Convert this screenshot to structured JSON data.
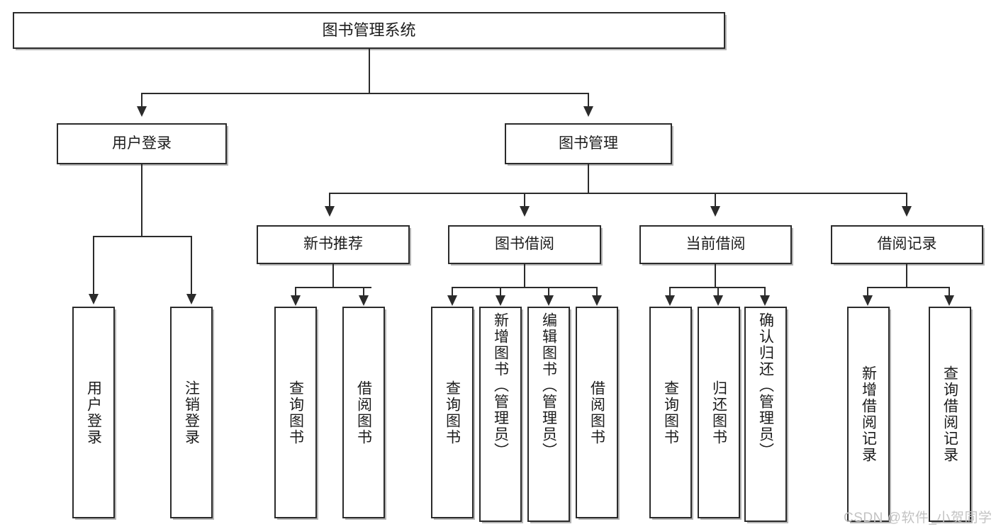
{
  "diagram": {
    "title": "图书管理系统",
    "type": "hierarchy-tree",
    "root": {
      "id": "root",
      "label": "图书管理系统",
      "orientation": "horizontal"
    },
    "level2": [
      {
        "id": "user-login",
        "label": "用户登录",
        "orientation": "horizontal"
      },
      {
        "id": "book-manage",
        "label": "图书管理",
        "orientation": "horizontal"
      }
    ],
    "level3": [
      {
        "id": "new-book-recommend",
        "label": "新书推荐",
        "orientation": "horizontal",
        "parent": "book-manage"
      },
      {
        "id": "book-borrow",
        "label": "图书借阅",
        "orientation": "horizontal",
        "parent": "book-manage"
      },
      {
        "id": "current-borrow",
        "label": "当前借阅",
        "orientation": "horizontal",
        "parent": "book-manage"
      },
      {
        "id": "borrow-record",
        "label": "借阅记录",
        "orientation": "horizontal",
        "parent": "book-manage"
      }
    ],
    "leaves": {
      "user_login": [
        {
          "id": "leaf-user-login",
          "label": "用户登录"
        },
        {
          "id": "leaf-logout-login",
          "label": "注销登录"
        }
      ],
      "new_book_recommend": [
        {
          "id": "leaf-query-book-1",
          "label": "查询图书"
        },
        {
          "id": "leaf-borrow-book-1",
          "label": "借阅图书"
        }
      ],
      "book_borrow": [
        {
          "id": "leaf-query-book-2",
          "label": "查询图书"
        },
        {
          "id": "leaf-add-book",
          "label": "新增图书（管理员）"
        },
        {
          "id": "leaf-edit-book",
          "label": "编辑图书（管理员）"
        },
        {
          "id": "leaf-borrow-book-2",
          "label": "借阅图书"
        }
      ],
      "current_borrow": [
        {
          "id": "leaf-query-book-3",
          "label": "查询图书"
        },
        {
          "id": "leaf-return-book",
          "label": "归还图书"
        },
        {
          "id": "leaf-confirm-return",
          "label": "确认归还（管理员）"
        }
      ],
      "borrow_record": [
        {
          "id": "leaf-add-record",
          "label": "新增借阅记录"
        },
        {
          "id": "leaf-query-record",
          "label": "查询借阅记录"
        }
      ]
    }
  },
  "watermark": {
    "text": "CSDN @软件_小贺同学",
    "color": "#c3c3c3"
  },
  "style": {
    "border_color": "#2b2b2b",
    "box_fill": "#ffffff",
    "text_color": "#1c1c1c",
    "background": "#ffffff"
  }
}
